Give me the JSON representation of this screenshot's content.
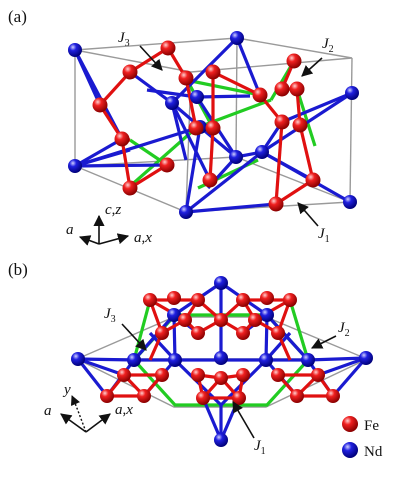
{
  "panels": {
    "a": {
      "label": "(a)",
      "exchange": [
        {
          "sym": "J",
          "sub": "3"
        },
        {
          "sym": "J",
          "sub": "2"
        },
        {
          "sym": "J",
          "sub": "1"
        }
      ],
      "axes": {
        "left": "a",
        "up_a": "c",
        "up_sep": ",",
        "up_b": "z",
        "right_a": "a",
        "right_sep": ",",
        "right_b": "x"
      }
    },
    "b": {
      "label": "(b)",
      "exchange": [
        {
          "sym": "J",
          "sub": "3"
        },
        {
          "sym": "J",
          "sub": "2"
        },
        {
          "sym": "J",
          "sub": "1"
        }
      ],
      "axes": {
        "left": "a",
        "up": "y",
        "right_a": "a",
        "right_sep": ",",
        "right_b": "x"
      }
    }
  },
  "legend": [
    {
      "label": "Fe",
      "color": "#e01010"
    },
    {
      "label": "Nd",
      "color": "#1a1ad0"
    }
  ],
  "colors": {
    "fe_bond": "#e01010",
    "nd_bond": "#1a1ad0",
    "j2_bond": "#22cc22",
    "cell": "#9a9a9a"
  }
}
